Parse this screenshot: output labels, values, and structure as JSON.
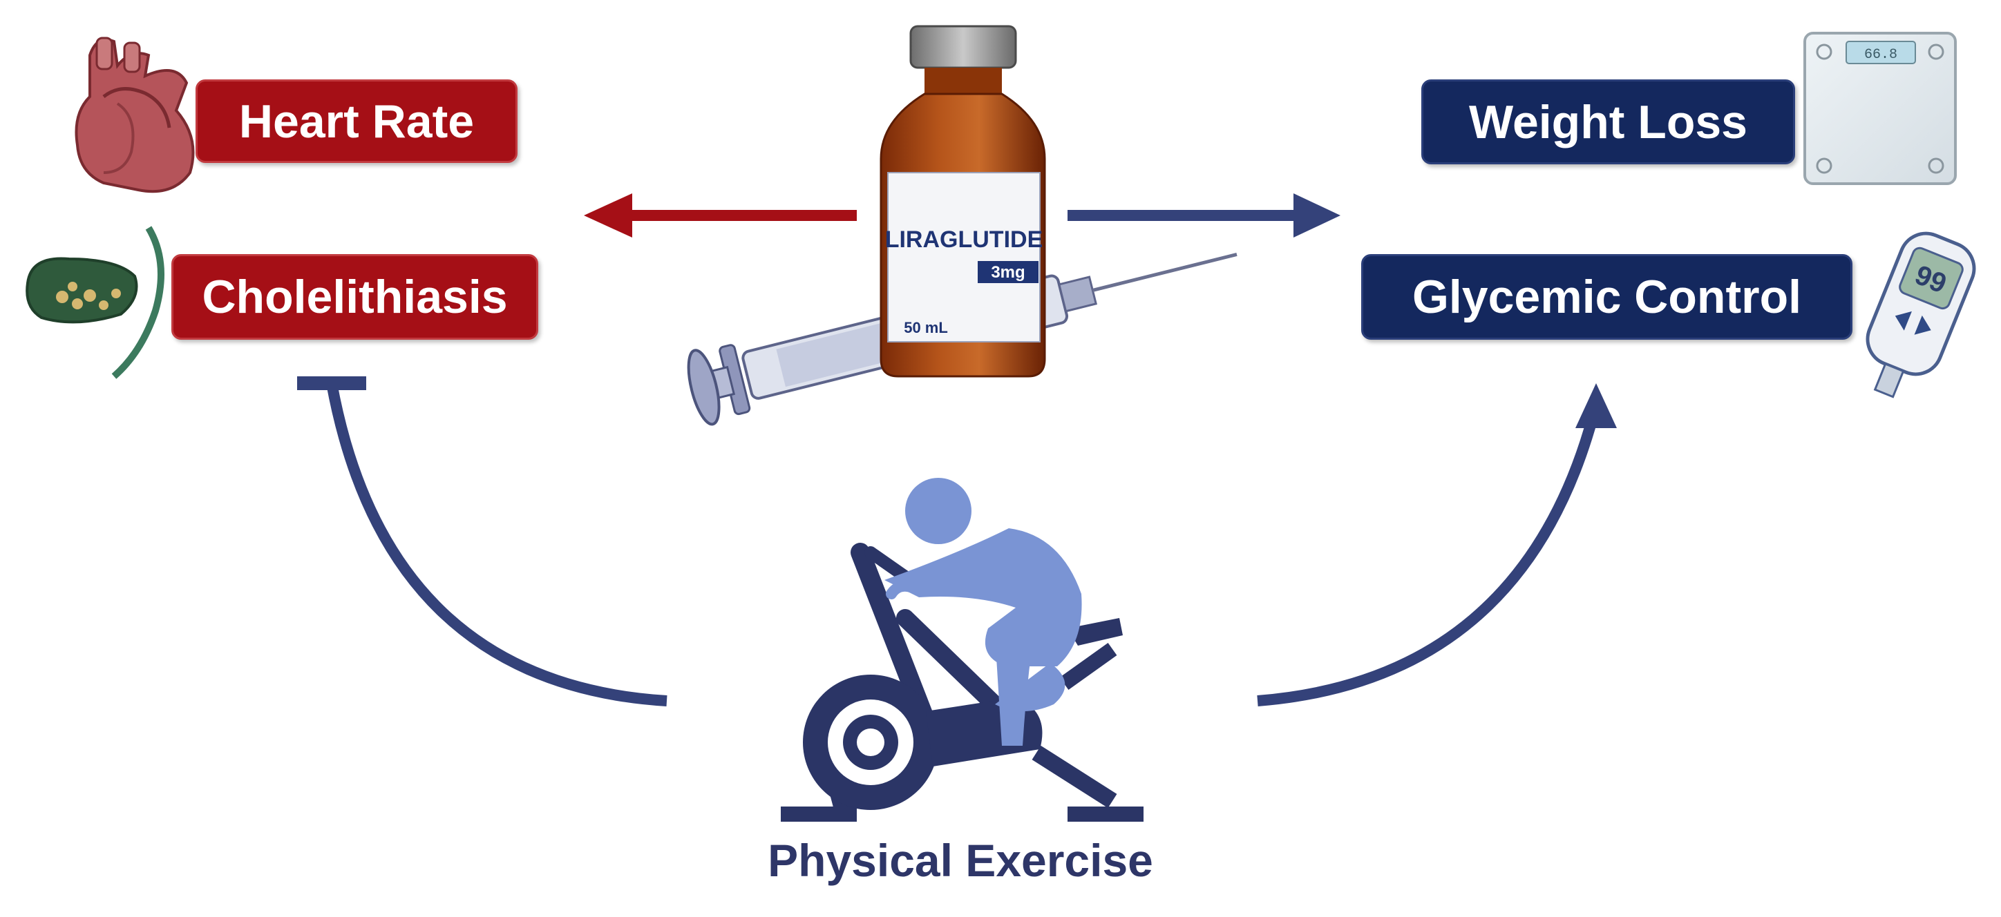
{
  "labels": {
    "heart_rate": "Heart Rate",
    "cholelithiasis": "Cholelithiasis",
    "weight_loss": "Weight Loss",
    "glycemic_control": "Glycemic Control",
    "physical_exercise": "Physical Exercise"
  },
  "vial": {
    "drug_name": "LIRAGLUTIDE",
    "dose": "3mg",
    "volume": "50 mL"
  },
  "devices": {
    "scale_display": "66.8",
    "glucometer_display": "99"
  },
  "colors": {
    "red": "#a50f16",
    "navy": "#14285e",
    "arrow_navy": "#34427a",
    "exercise_blue": "#7a94d4",
    "exercise_dark": "#2b3566"
  },
  "icons": [
    "heart-icon",
    "gallbladder-icon",
    "vial-icon",
    "syringe-icon",
    "scale-icon",
    "glucometer-icon",
    "exercise-bike-icon"
  ]
}
